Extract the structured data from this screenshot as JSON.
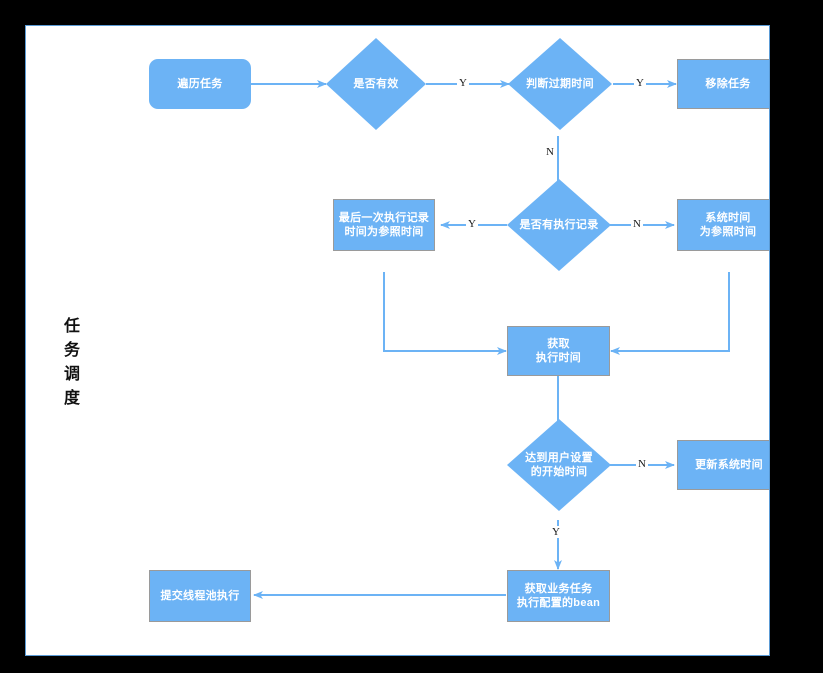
{
  "diagram": {
    "type": "flowchart",
    "side_title": "任务调度",
    "side_title_chars": [
      "任",
      "务",
      "调",
      "度"
    ],
    "colors": {
      "node_fill": "#6cb3f5",
      "node_border": "#9a9a9a",
      "connector": "#6cb3f5",
      "node_text": "#ffffff",
      "edge_label_text": "#1a1a1a",
      "canvas_background": "#ffffff",
      "canvas_border": "#5b9bd5",
      "frame": "#000000"
    },
    "nodes": [
      {
        "id": "traverse",
        "shape": "rounded-rect",
        "label": "遍历任务"
      },
      {
        "id": "is-valid",
        "shape": "diamond",
        "label": "是否有效"
      },
      {
        "id": "judge-expiry",
        "shape": "diamond",
        "label": "判断过期时间"
      },
      {
        "id": "remove-task",
        "shape": "rect",
        "label": "移除任务"
      },
      {
        "id": "has-exec-record",
        "shape": "diamond",
        "label": "是否有执行记录"
      },
      {
        "id": "last-exec-ref",
        "shape": "rect",
        "label_line1": "最后一次执行记录",
        "label_line2": "时间为参照时间"
      },
      {
        "id": "system-time-ref",
        "shape": "rect",
        "label_line1": "系统时间",
        "label_line2": "为参照时间"
      },
      {
        "id": "get-exec-time",
        "shape": "rect",
        "label_line1": "获取",
        "label_line2": "执行时间"
      },
      {
        "id": "reach-start-time",
        "shape": "diamond",
        "label_line1": "达到用户设置",
        "label_line2": "的开始时间"
      },
      {
        "id": "update-system-time",
        "shape": "rect",
        "label": "更新系统时间"
      },
      {
        "id": "get-business-bean",
        "shape": "rect",
        "label_line1": "获取业务任务",
        "label_line2": "执行配置的bean"
      },
      {
        "id": "submit-thread-pool",
        "shape": "rect",
        "label": "提交线程池执行"
      }
    ],
    "edges": [
      {
        "from": "traverse",
        "to": "is-valid",
        "label": ""
      },
      {
        "from": "is-valid",
        "to": "judge-expiry",
        "label": "Y"
      },
      {
        "from": "judge-expiry",
        "to": "remove-task",
        "label": "Y"
      },
      {
        "from": "judge-expiry",
        "to": "has-exec-record",
        "label": "N"
      },
      {
        "from": "has-exec-record",
        "to": "last-exec-ref",
        "label": "Y"
      },
      {
        "from": "has-exec-record",
        "to": "system-time-ref",
        "label": "N"
      },
      {
        "from": "last-exec-ref",
        "to": "get-exec-time",
        "label": ""
      },
      {
        "from": "system-time-ref",
        "to": "get-exec-time",
        "label": ""
      },
      {
        "from": "get-exec-time",
        "to": "reach-start-time",
        "label": ""
      },
      {
        "from": "reach-start-time",
        "to": "update-system-time",
        "label": "N"
      },
      {
        "from": "reach-start-time",
        "to": "get-business-bean",
        "label": "Y"
      },
      {
        "from": "get-business-bean",
        "to": "submit-thread-pool",
        "label": ""
      }
    ],
    "edge_labels": {
      "valid_yes": "Y",
      "expiry_yes": "Y",
      "expiry_no": "N",
      "record_yes": "Y",
      "record_no": "N",
      "start_no": "N",
      "start_yes": "Y"
    }
  }
}
